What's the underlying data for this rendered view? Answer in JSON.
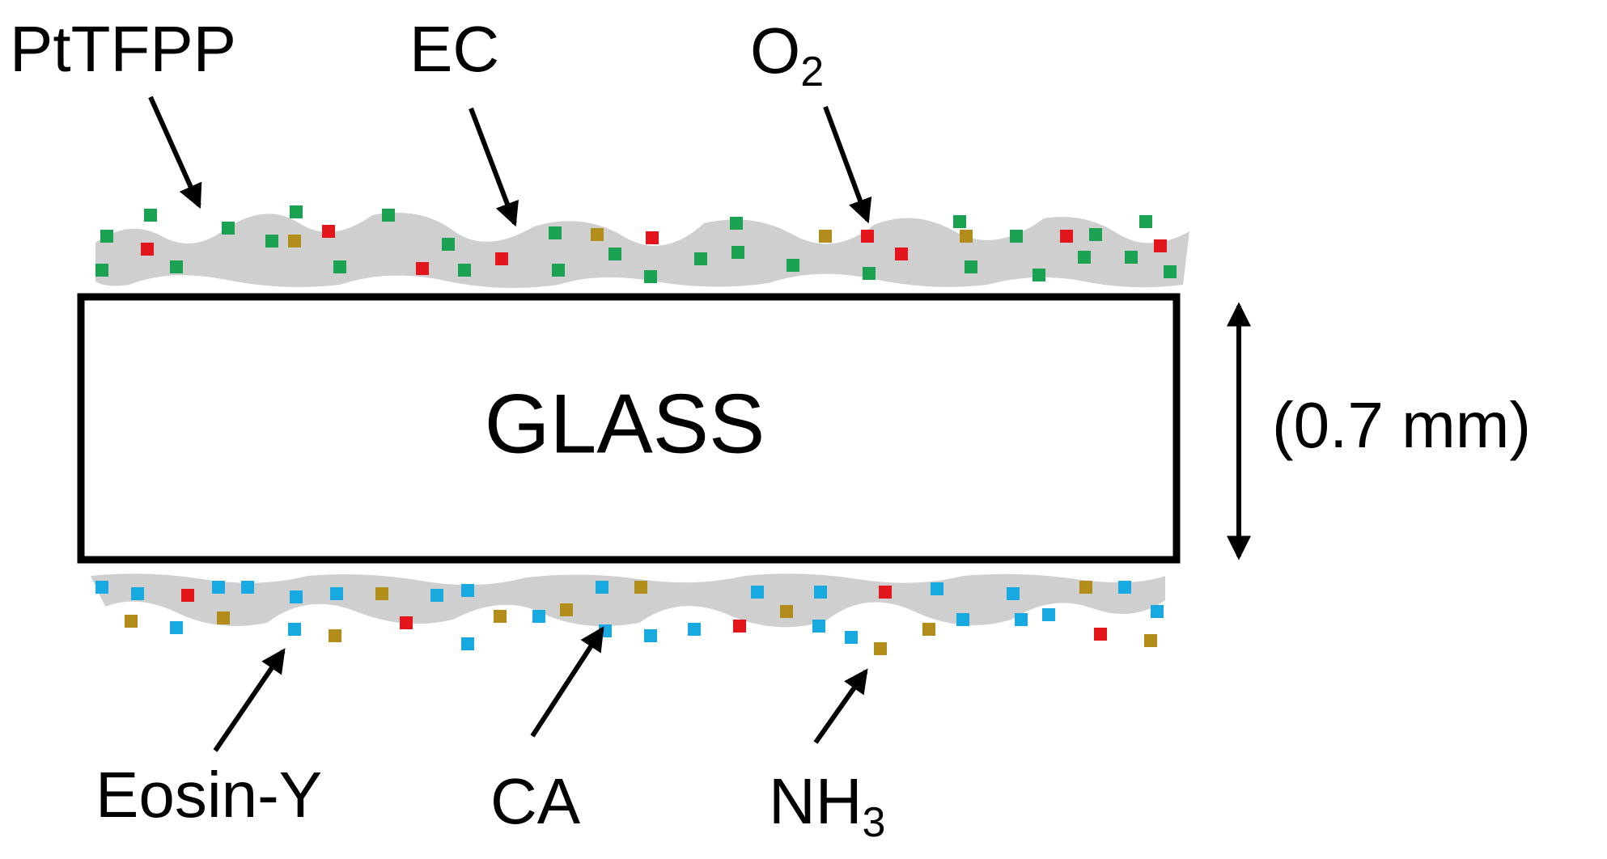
{
  "colors": {
    "polymer": "#cfcfcf",
    "ptTFPP": "#1aa152",
    "oxygen": "#e3161b",
    "ammonia": "#b28d1a",
    "eosinY": "#19a9e1",
    "outline": "#000000"
  },
  "labels": {
    "pttfpp": "PtTFPP",
    "ec": "EC",
    "o2_main": "O",
    "o2_sub": "2",
    "glass": "GLASS",
    "thickness": "(0.7 mm)",
    "eosin_y": "Eosin-Y",
    "ca": "CA",
    "nh3_main": "NH",
    "nh3_sub": "3"
  }
}
